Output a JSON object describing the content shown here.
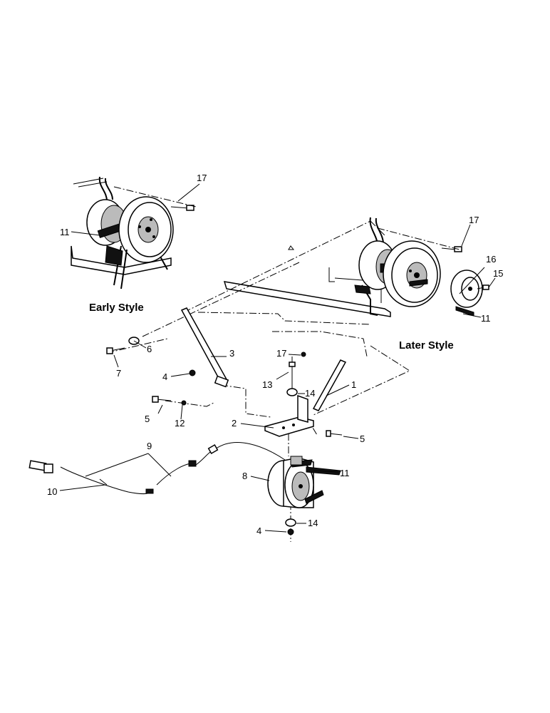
{
  "captions": {
    "early": "Early Style",
    "later": "Later Style"
  },
  "callouts": {
    "c1": "1",
    "c2": "2",
    "c3": "3",
    "c4a": "4",
    "c4b": "4",
    "c5a": "5",
    "c5b": "5",
    "c6": "6",
    "c7": "7",
    "c8": "8",
    "c9": "9",
    "c10": "10",
    "c11a": "11",
    "c11b": "11",
    "c11c": "11",
    "c12": "12",
    "c13": "13",
    "c14a": "14",
    "c14b": "14",
    "c15": "15",
    "c16": "16",
    "c17a": "17",
    "c17b": "17",
    "c17c": "17"
  }
}
